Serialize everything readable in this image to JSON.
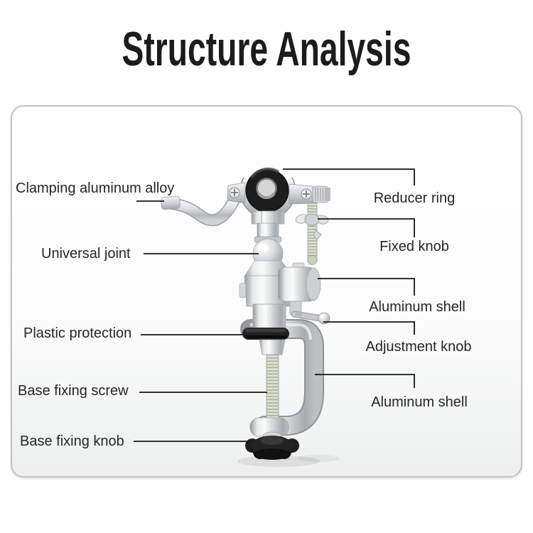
{
  "title": "Structure Analysis",
  "labels": {
    "left": [
      {
        "text": "Clamping aluminum alloy"
      },
      {
        "text": "Universal joint"
      },
      {
        "text": "Plastic protection"
      },
      {
        "text": "Base fixing screw"
      },
      {
        "text": "Base fixing knob"
      }
    ],
    "right": [
      {
        "text": "Reducer ring"
      },
      {
        "text": "Fixed knob"
      },
      {
        "text": "Aluminum shell"
      },
      {
        "text": "Adjustment knob"
      },
      {
        "text": "Aluminum shell"
      }
    ]
  },
  "illustration": {
    "name": "clamp-on-rotary-tool-swivel-vise-photo",
    "parts": [
      "clamping-arm",
      "reducer-ring",
      "fixed-knob-screw",
      "universal-joint-ball",
      "aluminum-shell-body",
      "adjustment-knob-pin",
      "plastic-protection-washer",
      "base-fixing-screw",
      "c-clamp-aluminum-shell",
      "base-fixing-knob"
    ]
  },
  "colors": {
    "title": "#1c1c1c",
    "label_text": "#262626",
    "pointer_line": "#161616",
    "card_border": "#c2c2c2",
    "metal_light": "#f4f5f6",
    "metal_dark": "#8f9395",
    "rubber_black": "#1d1d1d",
    "thread_tint": "#a9b098"
  }
}
